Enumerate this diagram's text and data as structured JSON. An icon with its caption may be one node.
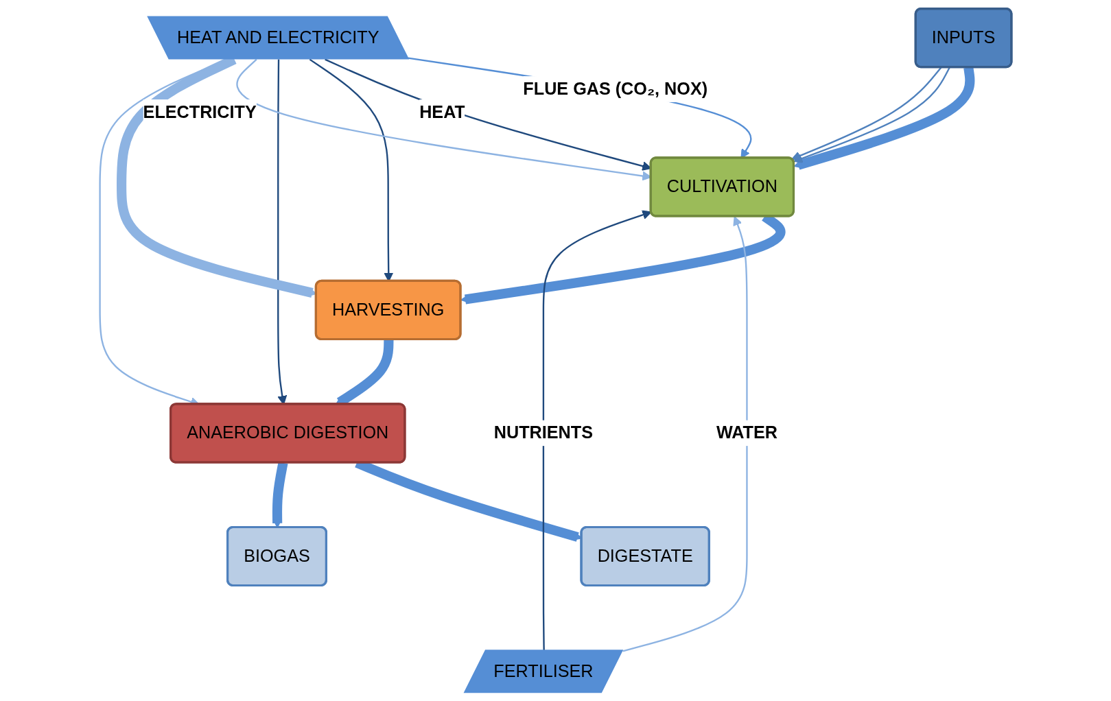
{
  "diagram": {
    "nodes": [
      {
        "text": [
          "INPUTS"
        ]
      },
      {
        "text": [
          "CULTIVATION"
        ]
      },
      {
        "text": [
          "HARVESTING"
        ]
      },
      {
        "text": [
          "ANAEROBIC DIGESTION"
        ]
      },
      {
        "text": [
          "DIGESTATE"
        ]
      },
      {
        "text": [
          "BIOGAS"
        ]
      },
      {
        "text": [
          "FERTILISER"
        ]
      },
      {
        "text": [
          "HEAT AND ELECTRICITY"
        ]
      }
    ],
    "edges": [
      {
        "from": 0,
        "to": 1,
        "arrow": "to",
        "style": "thick"
      },
      {
        "from": 0,
        "to": 1,
        "arrow": "to",
        "color": "#4f81bd"
      },
      {
        "from": 0,
        "to": 1,
        "arrow": "to",
        "color": "#4f81bd"
      },
      {
        "from": 1,
        "to": 2,
        "arrow": "to",
        "style": "thick"
      },
      {
        "from": 2,
        "to": 3,
        "arrow": "to",
        "style": "thick"
      },
      {
        "from": 3,
        "to": 4,
        "arrow": "to",
        "style": "thick"
      },
      {
        "from": 3,
        "to": 5,
        "arrow": "to",
        "style": "thick"
      },
      {
        "from": 6,
        "to": 1,
        "arrow": "to",
        "label": "WATER",
        "color": "#8db3e2"
      },
      {
        "from": 6,
        "to": 1,
        "arrow": "to",
        "label": "NUTRIENTS",
        "color": "#1f497d"
      },
      {
        "from": 7,
        "to": 1,
        "arrow": "to",
        "label": "FLUE GAS (CO₂, NOX)",
        "color": "#558ed5"
      },
      {
        "from": 7,
        "to": 1,
        "arrow": "to",
        "label": "HEAT",
        "color": "#1f497d"
      },
      {
        "from": 7,
        "to": 2,
        "arrow": "to",
        "color": "#1f497d"
      },
      {
        "from": 7,
        "to": 3,
        "arrow": "to",
        "color": "#1f497d"
      },
      {
        "from": 7,
        "to": 1,
        "arrow": "to",
        "label": "ELECTRICITY",
        "color": "#8db3e2"
      },
      {
        "from": 7,
        "to": 2,
        "arrow": "to",
        "style": "thick",
        "color": "#8db3e2"
      },
      {
        "from": 7,
        "to": 3,
        "arrow": "to",
        "color": "#8db3e2"
      }
    ]
  }
}
